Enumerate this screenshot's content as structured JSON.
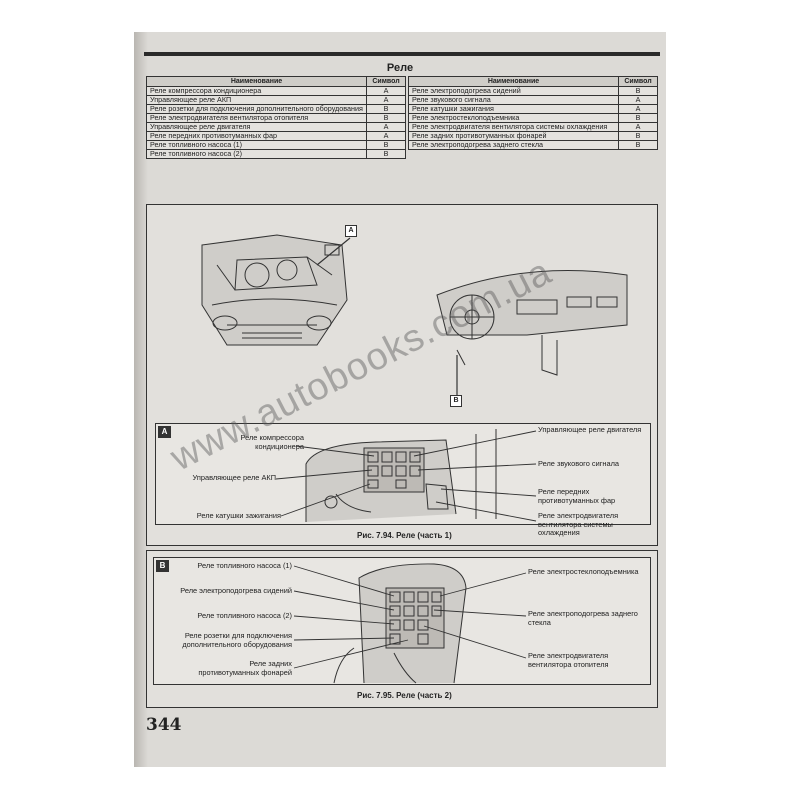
{
  "section_title": "Реле",
  "relay_table": {
    "headers": {
      "name": "Наименование",
      "symbol": "Символ"
    },
    "left": [
      {
        "name": "Реле компрессора кондиционера",
        "symbol": "A"
      },
      {
        "name": "Управляющее реле АКП",
        "symbol": "A"
      },
      {
        "name": "Реле розетки для подключения дополнительного оборудования",
        "symbol": "B"
      },
      {
        "name": "Реле электродвигателя вентилятора отопителя",
        "symbol": "B"
      },
      {
        "name": "Управляющее реле двигателя",
        "symbol": "A"
      },
      {
        "name": "Реле передних противотуманных фар",
        "symbol": "A"
      },
      {
        "name": "Реле топливного насоса (1)",
        "symbol": "B"
      },
      {
        "name": "Реле топливного насоса (2)",
        "symbol": "B"
      }
    ],
    "right": [
      {
        "name": "Реле электроподогрева сидений",
        "symbol": "B"
      },
      {
        "name": "Реле звукового сигнала",
        "symbol": "A"
      },
      {
        "name": "Реле катушки зажигания",
        "symbol": "A"
      },
      {
        "name": "Реле электростеклоподъемника",
        "symbol": "B"
      },
      {
        "name": "Реле электродвигателя вентилятора системы охлаждения",
        "symbol": "A"
      },
      {
        "name": "Реле задних противотуманных фонарей",
        "symbol": "B"
      },
      {
        "name": "Реле электроподогрева заднего стекла",
        "symbol": "B"
      }
    ]
  },
  "figure_overview": {
    "label_a": "A",
    "label_b": "B"
  },
  "figure_a": {
    "box_label": "A",
    "left_callouts": [
      "Реле компрессора кондиционера",
      "Управляющее реле АКП",
      "Реле катушки зажигания"
    ],
    "right_callouts": [
      "Управляющее реле двигателя",
      "Реле звукового сигнала",
      "Реле передних противотуманных фар",
      "Реле электродвигателя вентилятора системы охлаждения"
    ],
    "caption": "Рис. 7.94. Реле (часть 1)"
  },
  "figure_b": {
    "box_label": "B",
    "left_callouts": [
      "Реле топливного насоса (1)",
      "Реле электроподогрева сидений",
      "Реле топливного насоса (2)",
      "Реле розетки для подключения дополнительного оборудования",
      "Реле задних противотуманных фонарей"
    ],
    "right_callouts": [
      "Реле электростеклоподъемника",
      "Реле электроподогрева заднего стекла",
      "Реле электродвигателя вентилятора отопителя"
    ],
    "caption": "Рис. 7.95. Реле (часть 2)"
  },
  "page_number": "344",
  "watermark": "www.autobooks.com.ua"
}
